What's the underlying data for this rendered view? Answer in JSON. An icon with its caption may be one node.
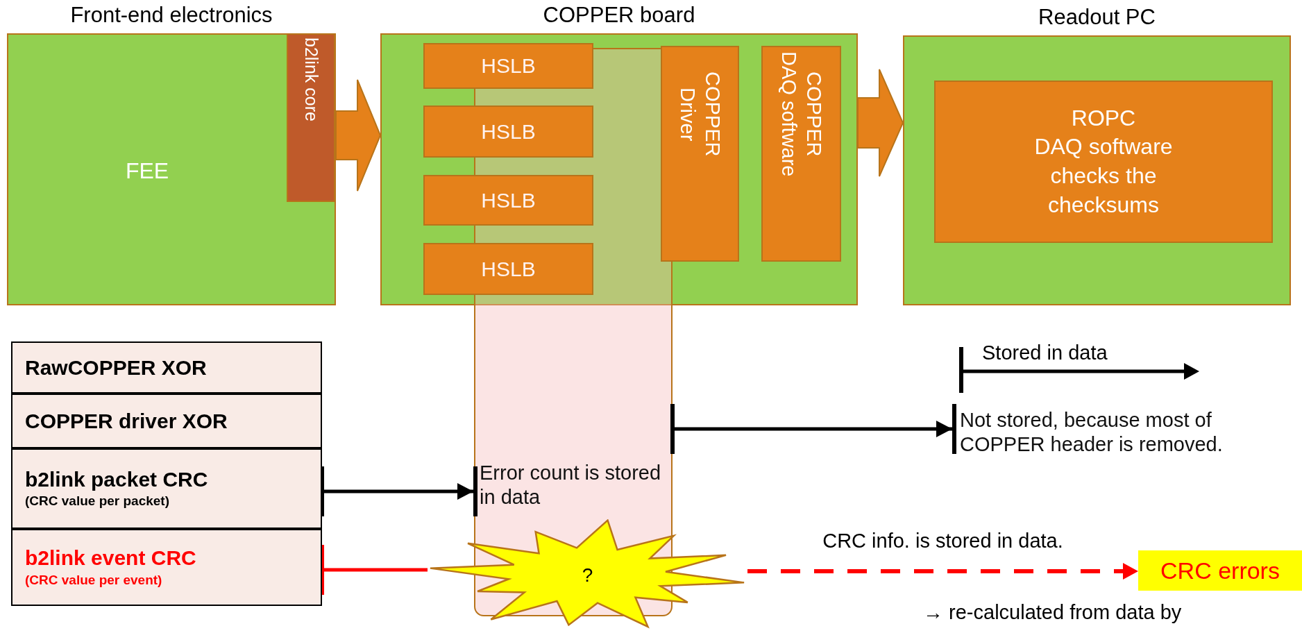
{
  "diagram": {
    "nodes": [
      {
        "text": [
          "Front-end electronics",
          "FEE"
        ]
      },
      {
        "text": [
          "b2link core"
        ],
        "in": 0
      },
      {
        "text": [
          "COPPER board"
        ]
      },
      {
        "text": [
          "HSLB"
        ],
        "in": 2
      },
      {
        "text": [
          "HSLB"
        ],
        "in": 2
      },
      {
        "text": [
          "HSLB"
        ],
        "in": 2
      },
      {
        "text": [
          "HSLB"
        ],
        "in": 2
      },
      {
        "text": [
          "COPPER Driver"
        ],
        "in": 2
      },
      {
        "text": [
          "COPPER DAQ software"
        ],
        "in": 2
      },
      {
        "text": [
          "Readout PC"
        ]
      },
      {
        "text": [
          "ROPC",
          "DAQ software checks the checksums"
        ],
        "in": 9
      },
      {
        "text": [
          "RawCOPPER XOR"
        ]
      },
      {
        "text": [
          "COPPER driver XOR"
        ]
      },
      {
        "text": [
          "b2link packet CRC",
          "(CRC value per packet)"
        ]
      },
      {
        "text": [
          "b2link event CRC",
          "(CRC value per event)"
        ]
      },
      {
        "text": [
          "Error count is stored in data"
        ],
        "in": 19
      },
      {
        "text": [
          "Not stored, because most of COPPER header is removed."
        ]
      },
      {
        "text": [
          "?"
        ]
      },
      {
        "text": [
          "CRC errors"
        ]
      },
      {
        "text": [],
        "shape": "box"
      }
    ],
    "edges": [
      {
        "from": 0,
        "to": 2,
        "arrow": "to",
        "style": "thick",
        "color": "#e5811a"
      },
      {
        "from": 2,
        "to": 9,
        "arrow": "to",
        "style": "thick",
        "color": "#e5811a"
      },
      {
        "from": 13,
        "to": 15,
        "arrow": "to"
      },
      {
        "from": 19,
        "to": 16,
        "arrow": "to"
      },
      {
        "from": 14,
        "to": 17,
        "arrow": "other",
        "color": "#ff0000"
      },
      {
        "from": 17,
        "to": 18,
        "arrow": "to",
        "style": "dashed",
        "color": "#ff0000",
        "label": "CRC info. is stored in data."
      }
    ],
    "labels": [
      "Stored in data",
      "→ re-calculated from data by"
    ]
  }
}
